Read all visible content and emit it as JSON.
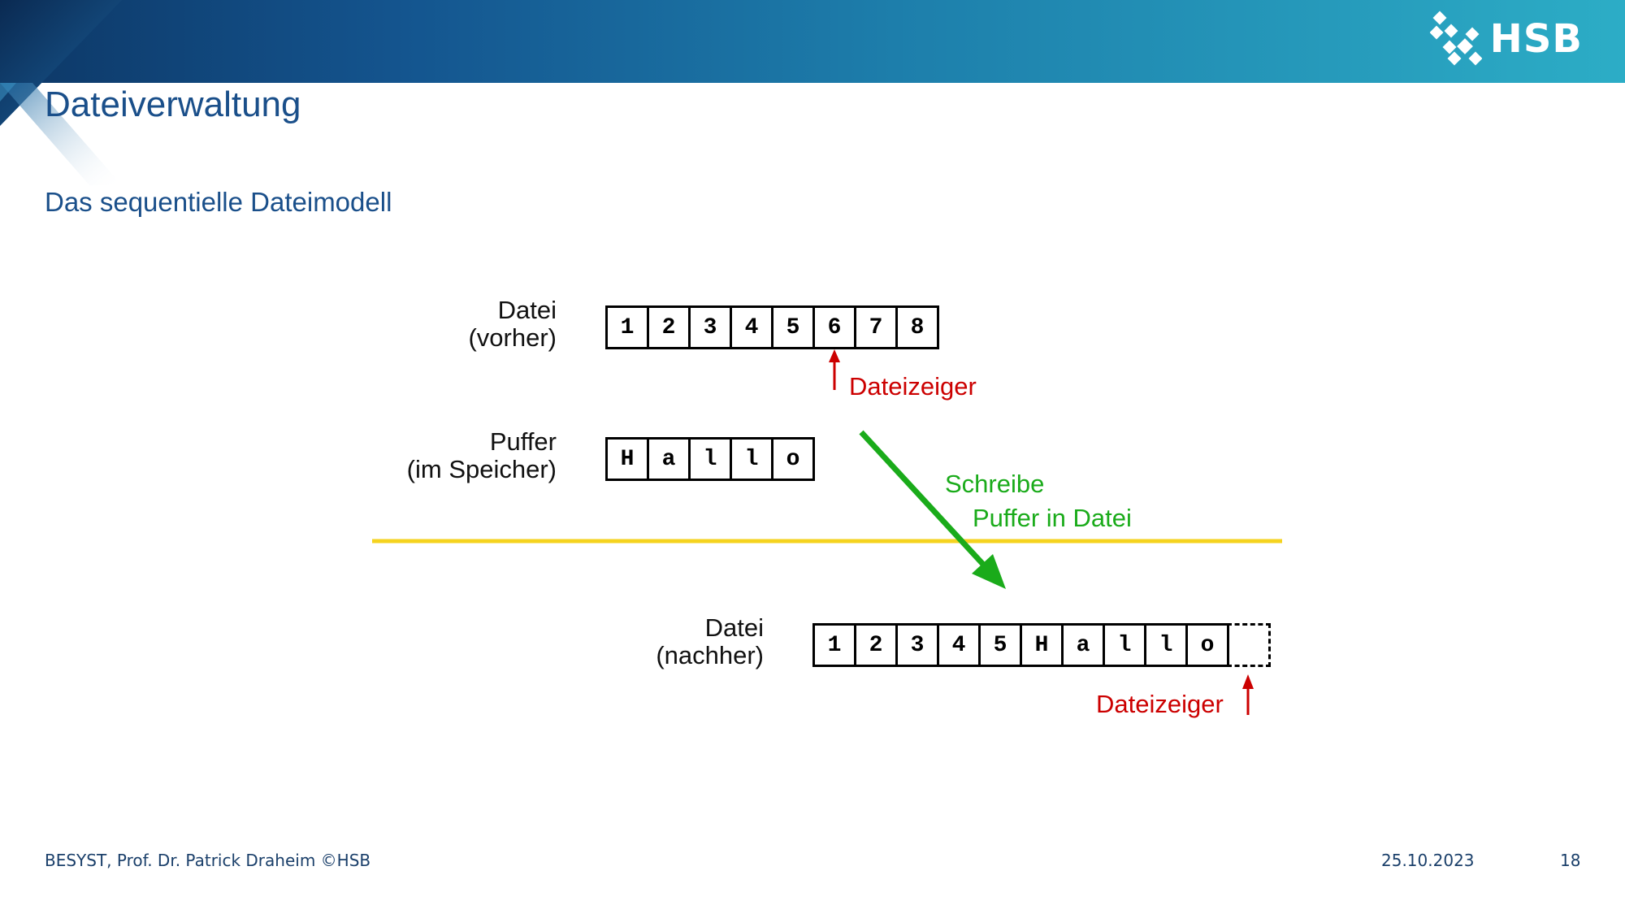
{
  "header": {
    "logo_text": "HSB",
    "title": "Dateiverwaltung",
    "subtitle": "Das sequentielle Dateimodell"
  },
  "diagram": {
    "file_before": {
      "label_line1": "Datei",
      "label_line2": "(vorher)",
      "cells": [
        "1",
        "2",
        "3",
        "4",
        "5",
        "6",
        "7",
        "8"
      ],
      "pointer_label": "Dateizeiger"
    },
    "buffer": {
      "label_line1": "Puffer",
      "label_line2": "(im Speicher)",
      "cells": [
        "H",
        "a",
        "l",
        "l",
        "o"
      ]
    },
    "write_action": {
      "line1": "Schreibe",
      "line2": "Puffer in Datei"
    },
    "file_after": {
      "label_line1": "Datei",
      "label_line2": "(nachher)",
      "cells": [
        "1",
        "2",
        "3",
        "4",
        "5",
        "H",
        "a",
        "l",
        "l",
        "o"
      ],
      "pointer_label": "Dateizeiger"
    },
    "colors": {
      "pointer": "#cc0000",
      "write_arrow": "#1aab1a",
      "separator": "#f5d31f"
    }
  },
  "footer": {
    "left": "BESYST, Prof. Dr. Patrick Draheim ©HSB",
    "date": "25.10.2023",
    "page": "18"
  }
}
